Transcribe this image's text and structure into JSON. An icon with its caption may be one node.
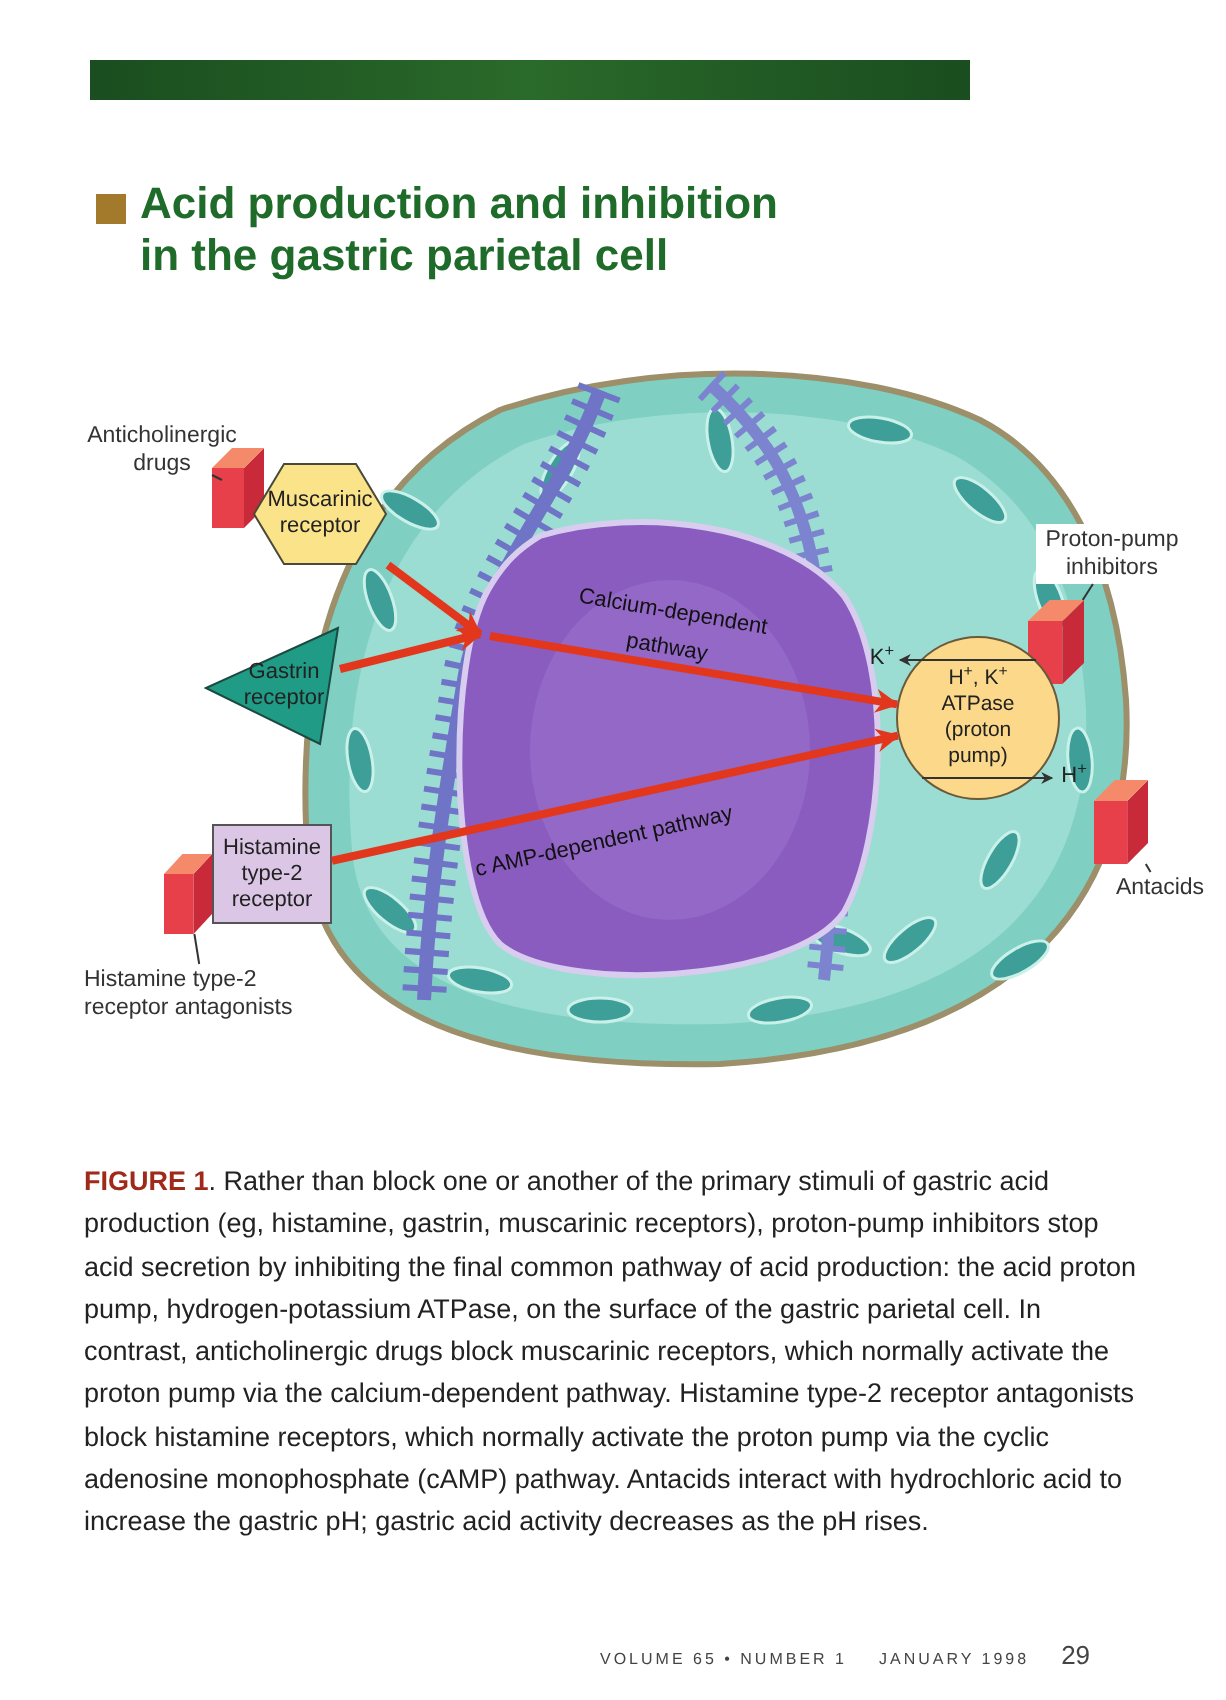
{
  "diagram": {
    "title": "Acid production and inhibition in the gastric parietal cell",
    "caption": "**FIGURE 1**. Rather than block one or another of the primary stimuli of gastric acid production (eg, histamine, gastrin, muscarinic receptors), proton-pump inhibitors stop acid secretion by inhibiting the final common pathway of acid production: the acid proton pump, hydrogen-potassium ATPase, on the surface of the gastric parietal cell. In contrast, anticholinergic drugs block muscarinic receptors, which normally activate the proton pump via the calcium-dependent pathway. Histamine type-2 receptor antagonists block histamine receptors, which normally activate the proton pump via the cyclic adenosine monophosphate (cAMP) pathway. Antacids interact with hydrochloric acid to increase the gastric pH; gastric acid activity decreases as the pH rises.",
    "nodes": [
      {
        "text": [
          "Anticholinergic drugs"
        ]
      },
      {
        "text": [],
        "shape": "box"
      },
      {
        "text": [
          "Muscarinic receptor"
        ]
      },
      {
        "text": [
          "Proton-pump inhibitors"
        ]
      },
      {
        "text": [],
        "shape": "box"
      },
      {
        "text": [
          "Gastrin receptor"
        ]
      },
      {
        "text": [
          "K$^{+}$"
        ]
      },
      {
        "text": [
          "H$^{+}$, K$^{+}$ ATPase (proton pump)"
        ]
      },
      {
        "text": [
          "H$^{+}$"
        ]
      },
      {
        "text": [],
        "shape": "box"
      },
      {
        "text": [
          "Antacids"
        ]
      },
      {
        "text": [
          "Histamine type-2 receptor"
        ]
      },
      {
        "text": [],
        "shape": "box"
      },
      {
        "text": [
          "Histamine type-2 receptor antagonists"
        ]
      }
    ],
    "edges": [
      {
        "from": 2,
        "to": 7,
        "arrow": "to",
        "label": "Calcium-dependent pathway",
        "style": "thick",
        "color": "#e2371d"
      },
      {
        "from": 5,
        "to": 7,
        "arrow": "to",
        "style": "thick",
        "color": "#e2371d"
      },
      {
        "from": 11,
        "to": 7,
        "arrow": "to",
        "label": "c AMP-dependent pathway",
        "style": "thick",
        "color": "#e2371d"
      },
      {
        "from": 0,
        "to": 1,
        "arrow": "none"
      },
      {
        "from": 3,
        "to": 4,
        "arrow": "none"
      },
      {
        "from": 10,
        "to": 9,
        "arrow": "none"
      },
      {
        "from": 13,
        "to": 12,
        "arrow": "none"
      },
      {
        "from": 7,
        "to": 6,
        "arrow": "to"
      },
      {
        "from": 7,
        "to": 8,
        "arrow": "to"
      }
    ],
    "labels": [
      "VOLUME 65 • NUMBER 1",
      "JANUARY 1998",
      "29"
    ]
  }
}
